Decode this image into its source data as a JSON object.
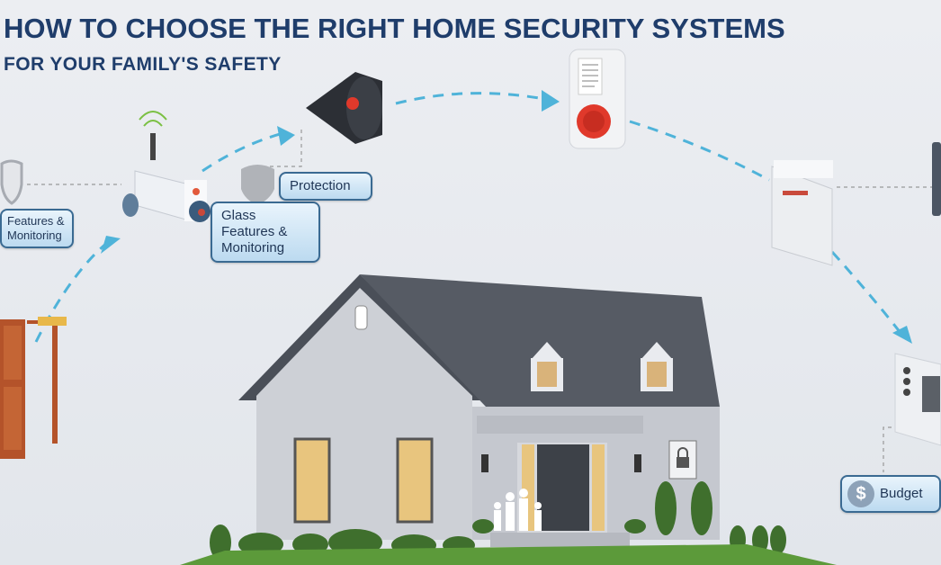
{
  "header": {
    "title": "HOW TO CHOOSE THE RIGHT HOME SECURITY SYSTEMS",
    "subtitle": "FOR YOUR FAMILY'S SAFETY"
  },
  "labels": {
    "left_features": "Features & Monitoring",
    "glass_features": "Glass Features & Monitoring",
    "protection": "Protection",
    "budget": "Budget"
  },
  "icons": [
    "shield-icon",
    "security-camera-icon",
    "siren-speaker-icon",
    "alarm-bell-icon",
    "motion-sensor-icon",
    "smartphone-icon",
    "control-panel-icon",
    "door-icon",
    "dollar-icon",
    "lock-icon",
    "family-icon"
  ],
  "colors": {
    "title": "#1f3d6b",
    "arrow": "#4fb3d9",
    "roof": "#4a4f58",
    "walls": "#c9ccd3",
    "grass": "#5c9a3a",
    "alarm_red": "#e0392b"
  }
}
